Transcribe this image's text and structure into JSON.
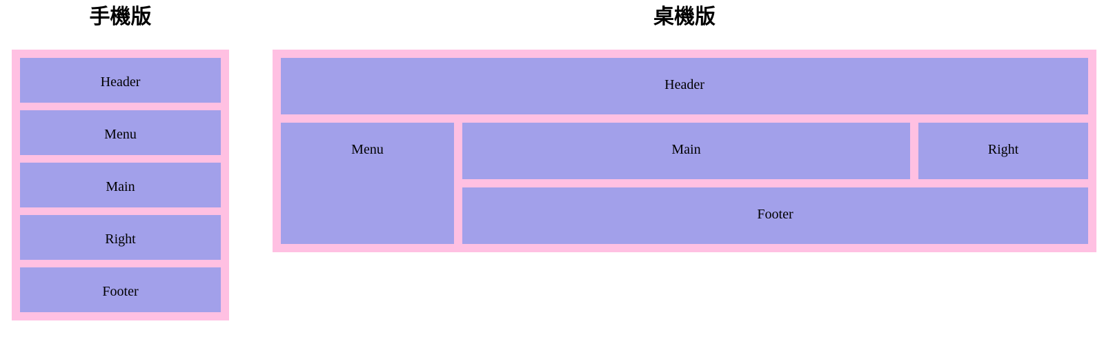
{
  "colors": {
    "container_pink": "#ffc0e2",
    "box_purple": "#a2a0ea",
    "label_text": "#000000",
    "page_background": "#ffffff"
  },
  "mobile": {
    "title": "手機版",
    "boxes": [
      "Header",
      "Menu",
      "Main",
      "Right",
      "Footer"
    ]
  },
  "desktop": {
    "title": "桌機版",
    "boxes": {
      "header": "Header",
      "menu": "Menu",
      "main": "Main",
      "right": "Right",
      "footer": "Footer"
    }
  }
}
